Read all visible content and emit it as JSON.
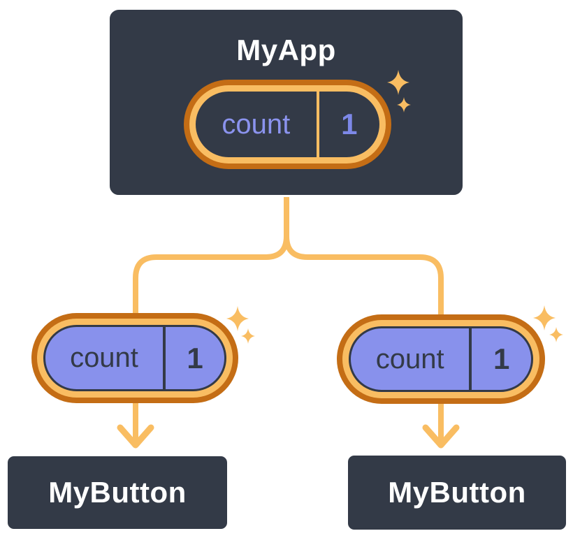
{
  "diagram": {
    "description": "React state tree: parent component holds state passed down to two children",
    "parent": {
      "title": "MyApp",
      "state_pill": {
        "label": "count",
        "value": "1"
      }
    },
    "children": [
      {
        "title": "MyButton",
        "prop_pill": {
          "label": "count",
          "value": "1"
        }
      },
      {
        "title": "MyButton",
        "prop_pill": {
          "label": "count",
          "value": "1"
        }
      }
    ]
  },
  "colors": {
    "surface_dark": "#333a47",
    "pill_fill_purple": "#8891ec",
    "label_purple": "#8b93ee",
    "value_purple": "#7d88e8",
    "ring_outer_orange": "#c46d15",
    "ring_inner_orange": "#f9bd62",
    "connector_orange": "#f9bd62",
    "text_white": "#ffffff",
    "background": "#ffffff"
  }
}
